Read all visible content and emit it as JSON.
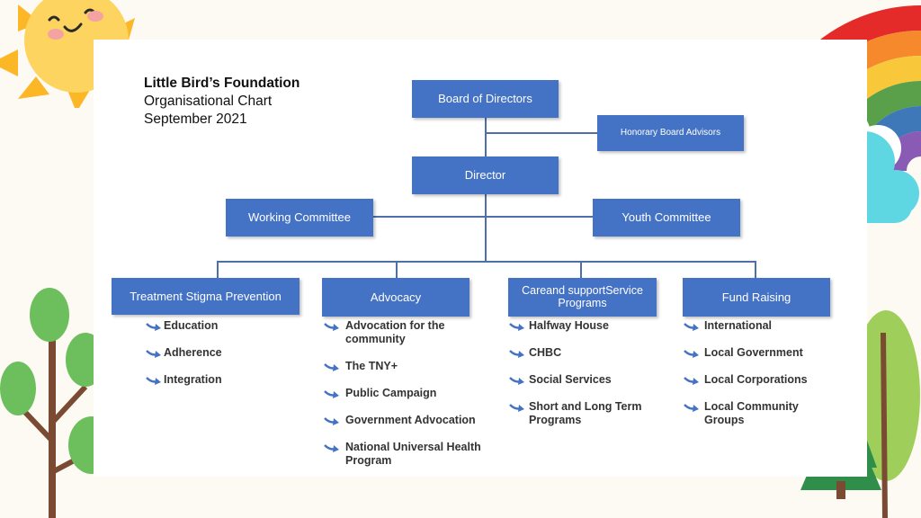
{
  "header": {
    "org_name": "Little Bird’s Foundation",
    "chart_name": "Organisational Chart",
    "date": "September 2021"
  },
  "top": {
    "board": "Board of Directors",
    "honorary": "Honorary Board Advisors",
    "director": "Director",
    "working_committee": "Working Committee",
    "youth_committee": "Youth Committee"
  },
  "departments": [
    {
      "name": "Treatment Stigma Prevention",
      "items": [
        "Education",
        "Adherence",
        "Integration"
      ]
    },
    {
      "name": "Advocacy",
      "items": [
        "Advocation for the community",
        "The TNY+",
        "Public Campaign",
        "Government Advocation",
        "National Universal Health Program"
      ]
    },
    {
      "name": "Careand supportService Programs",
      "items": [
        "Halfway House",
        "CHBC",
        "Social Services",
        "Short and Long Term Programs"
      ]
    },
    {
      "name": "Fund Raising",
      "items": [
        "International",
        "Local Government",
        "Local Corporations",
        "Local Community Groups"
      ]
    }
  ],
  "colors": {
    "box": "#4472c4",
    "connector": "#4f6fa8",
    "bullet_arrow": "#4472c4",
    "background": "#fdf9f3"
  },
  "decorations": [
    "sun-illustration",
    "rainbow-illustration",
    "cloud-illustration",
    "tree-illustration",
    "pine-tree-illustration",
    "flower-illustration"
  ]
}
